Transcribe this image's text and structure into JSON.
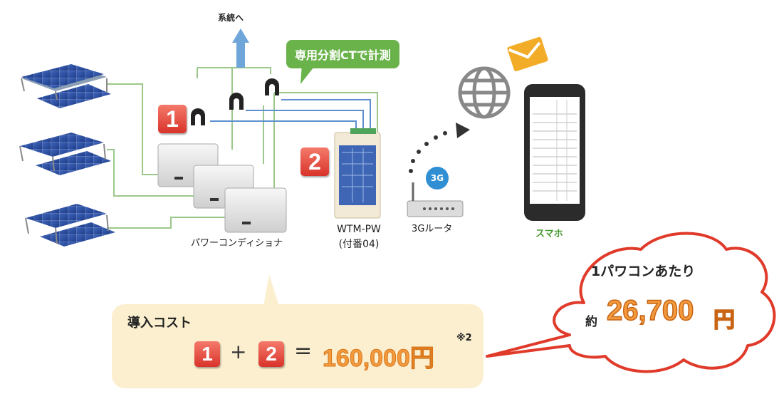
{
  "grid_label": "系統へ",
  "callout_ct": "専用分割CTで計測",
  "badge_ct": "1",
  "badge_wtm": "2",
  "label_pcs": "パワーコンディショナ",
  "label_wtm_name": "WTM-PW",
  "label_wtm_sub": "(付番04)",
  "label_router": "3Gルータ",
  "router_badge": "3G",
  "label_phone": "スマホ",
  "cost": {
    "title": "導入コスト",
    "plus": "+",
    "equals": "=",
    "amount": "160,000円",
    "note": "※2"
  },
  "per_unit": {
    "title": "1パワコンあたり",
    "prefix": "約",
    "value": "26,700",
    "unit": "円"
  },
  "colors": {
    "wire_green": "#9bc88a",
    "wire_blue": "#5f8fd0",
    "badge_red": "#e0463a",
    "callout_green": "#6ab34a",
    "cost_bg": "#fbefcf",
    "amount_orange": "#f29a3d"
  }
}
